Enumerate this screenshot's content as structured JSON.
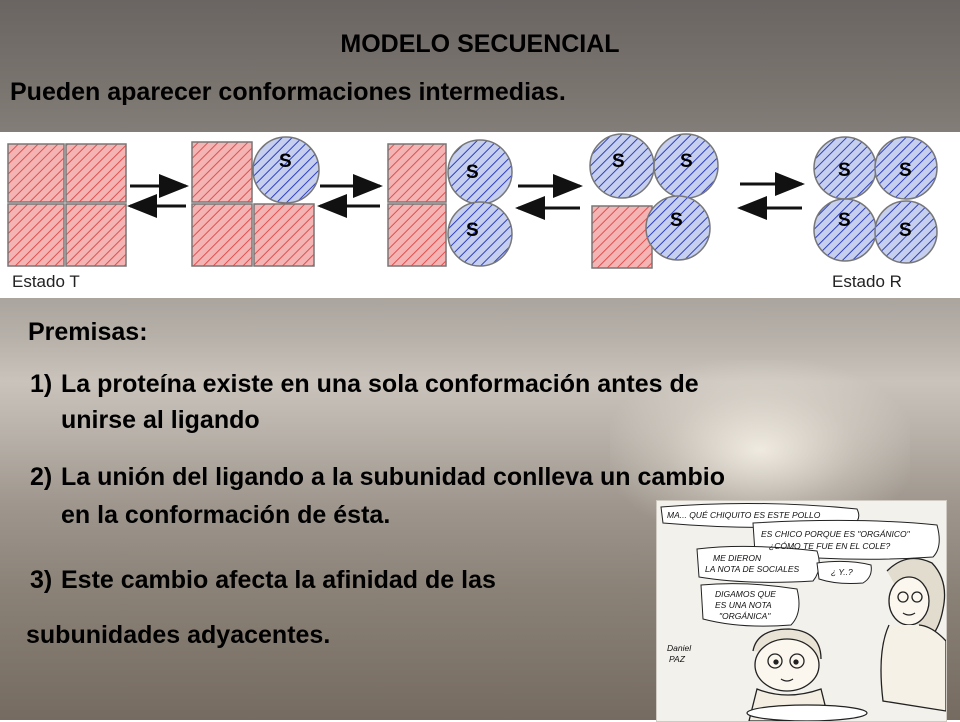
{
  "slide": {
    "title": "MODELO SECUENCIAL",
    "subtitle": "Pueden aparecer conformaciones intermedias."
  },
  "diagram": {
    "ligand_label": "S",
    "state_left_label": "Estado T",
    "state_right_label": "Estado R",
    "colors": {
      "square_fill": "#f4b4b4",
      "square_hatch": "#e05050",
      "circle_fill": "#c6d0ee",
      "circle_hatch": "#3040c0"
    }
  },
  "premises": {
    "heading": "Premisas:",
    "items": [
      {
        "num": "1)",
        "line1": "La proteína existe en una sola conformación antes de",
        "line2": "unirse al ligando"
      },
      {
        "num": "2)",
        "line1": "La unión del ligando a la subunidad conlleva un cambio",
        "line2": "en la conformación de ésta."
      },
      {
        "num": "3)",
        "line1": "Este cambio afecta la afinidad de las",
        "line2": ""
      }
    ],
    "tail": "subunidades adyacentes."
  },
  "cartoon": {
    "bubble1": "MA... QUÉ CHIQUITO ES ESTE POLLO",
    "bubble2a": "ES CHICO PORQUE ES \"ORGÁNICO\"",
    "bubble2b": "¿CÓMO TE FUE EN EL COLE?",
    "bubble3a": "ME DIERON",
    "bubble3b": "LA NOTA DE SOCIALES",
    "bubble4": "¿ Y..?",
    "bubble5a": "DIGAMOS QUE",
    "bubble5b": "ES UNA NOTA",
    "bubble5c": "\"ORGÁNICA\"",
    "signature_a": "Daniel",
    "signature_b": "PAZ"
  }
}
